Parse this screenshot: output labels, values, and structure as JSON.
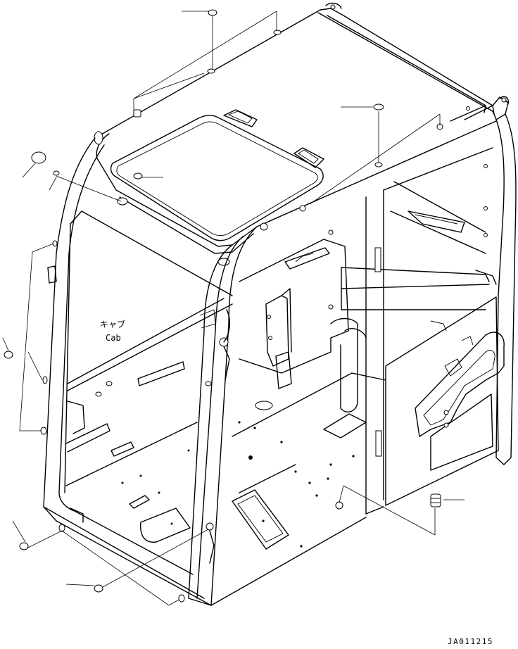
{
  "labels": {
    "cab_jp": "キャブ",
    "cab_en": "Cab",
    "drawing_code": "JA011215"
  }
}
